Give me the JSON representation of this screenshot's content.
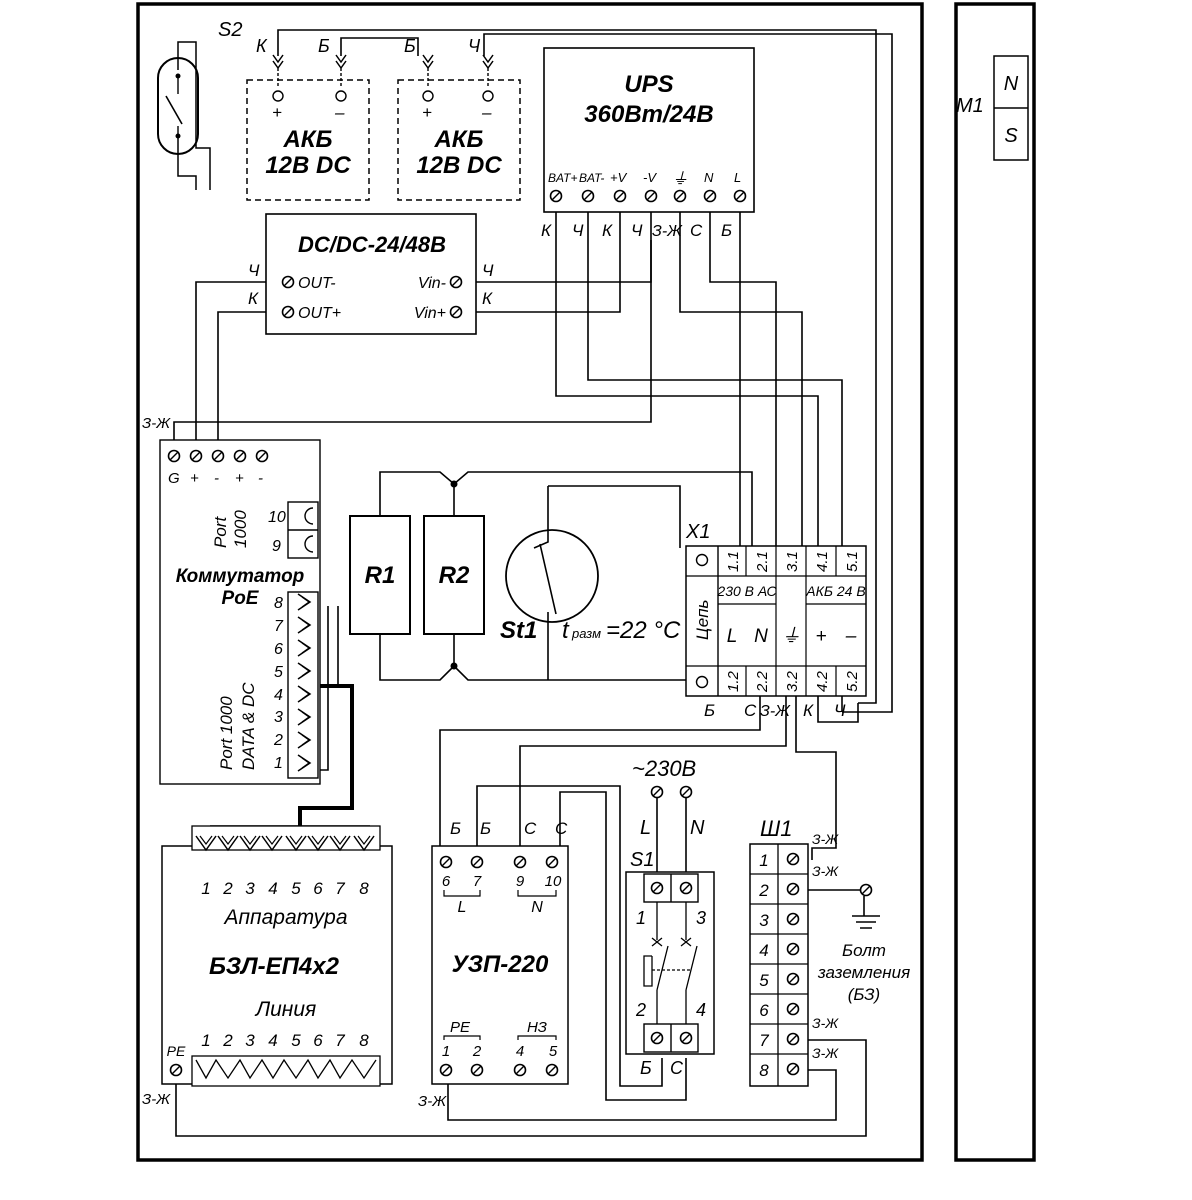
{
  "switch_s2": {
    "label": "S2"
  },
  "battery": {
    "terminal_k": "К",
    "terminal_b": "Б",
    "terminal_ch": "Ч",
    "plus": "+",
    "minus": "–",
    "line1": "АКБ",
    "line2": "12В DC"
  },
  "ups": {
    "title": "UPS",
    "subtitle": "360Вт/24В",
    "pins": [
      "BAT+",
      "BAT-",
      "+V",
      "-V",
      "⏚",
      "N",
      "L"
    ],
    "wires": [
      "К",
      "Ч",
      "К",
      "Ч",
      "З-Ж",
      "С",
      "Б"
    ]
  },
  "dcdc": {
    "title": "DC/DC-24/48В",
    "out_minus": "OUT-",
    "out_plus": "OUT+",
    "vin_minus": "Vin-",
    "vin_plus": "Vin+",
    "w_ch": "Ч",
    "w_k": "К"
  },
  "switch_poe": {
    "title_1": "Коммутатор",
    "title_2": "PoE",
    "pins": [
      "G",
      "+",
      "-",
      "+",
      "-"
    ],
    "ground_wire": "З-Ж",
    "port_a_1": "Port",
    "port_a_2": "1000",
    "port_a_nums": [
      "10",
      "9"
    ],
    "port_b_1": "Port 1000",
    "port_b_2": "DATA & DC",
    "port_b_nums": [
      "8",
      "7",
      "6",
      "5",
      "4",
      "3",
      "2",
      "1"
    ]
  },
  "resistors": {
    "r1": "R1",
    "r2": "R2"
  },
  "thermostat": {
    "label": "St1",
    "t_sym": "t",
    "t_sub": "разм",
    "t_val": "=22 °С"
  },
  "x1": {
    "label": "X1",
    "top_nums": [
      "1.1",
      "2.1",
      "3.1",
      "4.1",
      "5.1"
    ],
    "bottom_nums": [
      "1.2",
      "2.2",
      "3.2",
      "4.2",
      "5.2"
    ],
    "group_ac": "230 В АС",
    "group_dc": "АКБ 24 В",
    "chain": "Цепь",
    "symbols": [
      "L",
      "N",
      "⏚",
      "+",
      "–"
    ],
    "bottom_wires": [
      "Б",
      "С",
      "З-Ж",
      "К",
      "Ч"
    ]
  },
  "mains": {
    "label": "~230В",
    "l": "L",
    "n": "N"
  },
  "s1": {
    "label": "S1",
    "nums": [
      "1",
      "3",
      "2",
      "4"
    ],
    "b": "Б",
    "c": "С"
  },
  "sh1": {
    "label": "Ш1",
    "rows": [
      "1",
      "2",
      "3",
      "4",
      "5",
      "6",
      "7",
      "8"
    ],
    "wire_zh": "З-Ж",
    "bolt_1": "Болт",
    "bolt_2": "заземления",
    "bolt_3": "(БЗ)"
  },
  "uzp": {
    "title": "УЗП-220",
    "top_wires": [
      "Б",
      "Б",
      "С",
      "С"
    ],
    "top_pins": [
      "6",
      "7",
      "9",
      "10"
    ],
    "l": "L",
    "n": "N",
    "pe": "PE",
    "nz": "НЗ",
    "bottom_pins": [
      "1",
      "2",
      "4",
      "5"
    ],
    "ground_wire": "З-Ж"
  },
  "bzl": {
    "title": "БЗЛ-ЕП4х2",
    "top_label": "Аппаратура",
    "bottom_label": "Линия",
    "nums": [
      "1",
      "2",
      "3",
      "4",
      "5",
      "6",
      "7",
      "8"
    ],
    "pe": "PE",
    "ground_wire": "З-Ж"
  },
  "magnet": {
    "label": "M1",
    "n": "N",
    "s": "S"
  }
}
